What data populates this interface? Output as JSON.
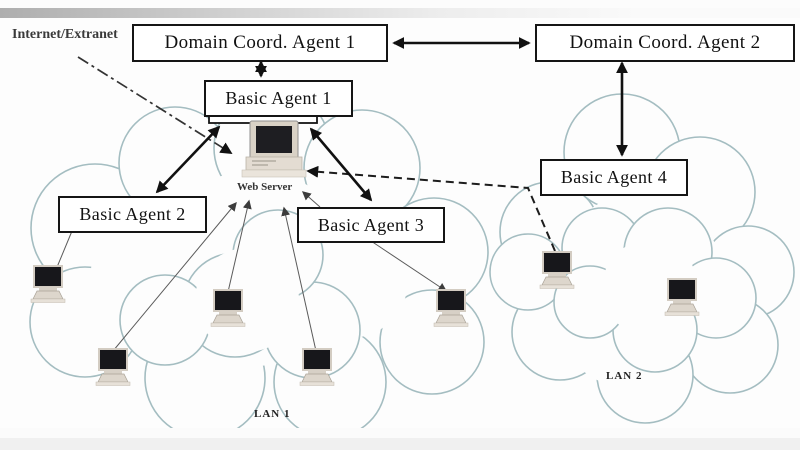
{
  "diagram": {
    "type": "multi-agent network architecture diagram",
    "external_label": "Internet/Extranet",
    "nodes": [
      {
        "label": "Domain Coord. Agent 1"
      },
      {
        "label": "Domain Coord. Agent 2"
      },
      {
        "label": "Basic Agent 1"
      },
      {
        "label": "Basic Agent 2"
      },
      {
        "label": "Basic Agent 3"
      },
      {
        "label": "Basic Agent 4"
      }
    ],
    "server_label": "Web Server",
    "networks": [
      {
        "label": "LAN 1",
        "workstation_count": 5
      },
      {
        "label": "LAN 2",
        "workstation_count": 2
      }
    ],
    "connections": [
      {
        "from": "Domain Coord. Agent 1",
        "to": "Domain Coord. Agent 2",
        "style": "solid-double-arrow"
      },
      {
        "from": "Domain Coord. Agent 1",
        "to": "Basic Agent 1",
        "style": "solid-double-arrow"
      },
      {
        "from": "Domain Coord. Agent 2",
        "to": "Basic Agent 4",
        "style": "solid-double-arrow"
      },
      {
        "from": "Basic Agent 1",
        "to": "Basic Agent 2",
        "style": "solid-double-arrow"
      },
      {
        "from": "Basic Agent 1",
        "to": "Basic Agent 3",
        "style": "solid-double-arrow"
      },
      {
        "from": "Internet/Extranet",
        "to": "Web Server",
        "style": "dash-dot-arrow"
      },
      {
        "from": "LAN 2 workstation",
        "to": "Web Server",
        "style": "dashed-arrow"
      },
      {
        "from": "LAN 1 workstations",
        "to": "Web Server",
        "style": "thin-arrows"
      },
      {
        "from": "Basic Agent 2",
        "to": "LAN 1 workstation",
        "style": "thin-line"
      },
      {
        "from": "Basic Agent 3",
        "to": "Web Server",
        "style": "thin-arrow"
      },
      {
        "from": "Basic Agent 3",
        "to": "LAN 1 workstation",
        "style": "thin-arrow"
      }
    ],
    "colors": {
      "cloud_stroke": "#a4bdc1",
      "box_border": "#151515",
      "arrow": "#111111",
      "thin_line": "#5a5a5a",
      "background": "#fdfdfd"
    }
  }
}
